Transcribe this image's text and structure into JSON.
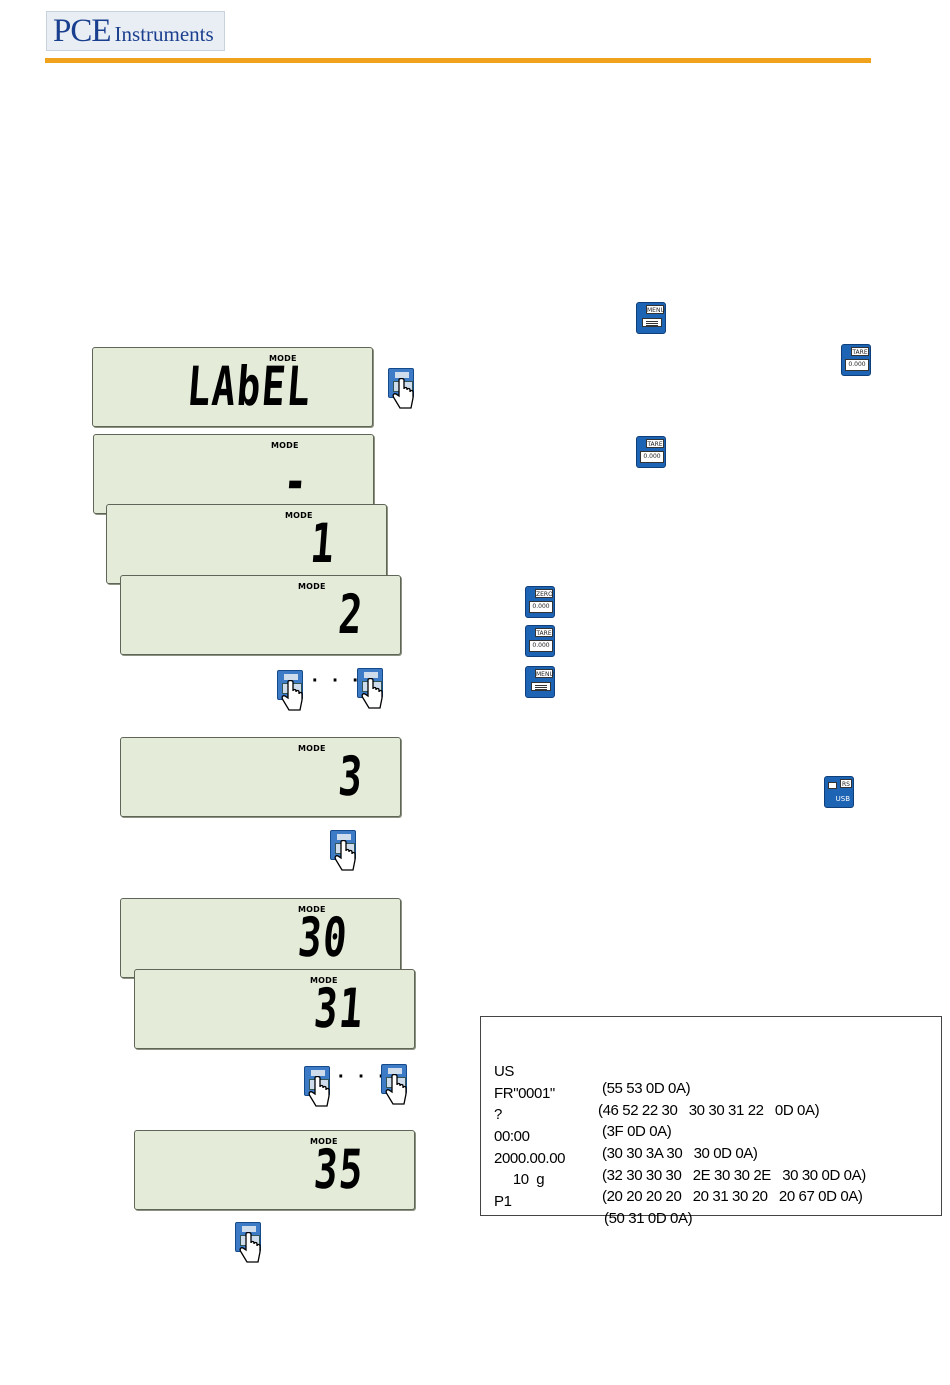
{
  "header": {
    "logo_text_main": "PCE",
    "logo_text_sub": "Instruments",
    "accent_color": "#f0a21d",
    "brand_color": "#1b3f8f"
  },
  "displays": [
    {
      "mode": "MODE",
      "value": "LAbEL"
    },
    {
      "mode": "MODE",
      "value": "-"
    },
    {
      "mode": "MODE",
      "value": "1"
    },
    {
      "mode": "MODE",
      "value": "2"
    },
    {
      "mode": "MODE",
      "value": "3"
    },
    {
      "mode": "MODE",
      "value": "30"
    },
    {
      "mode": "MODE",
      "value": "31"
    },
    {
      "mode": "MODE",
      "value": "35"
    }
  ],
  "keys": {
    "menu": "MENU",
    "tare": "TARE",
    "tare_box": "0.000",
    "zero": "ZERO",
    "zero_box": "0.000",
    "rs": "RS",
    "usb": "USB"
  },
  "ellipsis": "· · ·",
  "code_lines": [
    {
      "text": "US",
      "hex": "(55 53 0D 0A)"
    },
    {
      "text": "FR\"0001\"",
      "hex": "(46 52 22 30   30 30 31 22   0D 0A)"
    },
    {
      "text": "?",
      "hex": "(3F 0D 0A)"
    },
    {
      "text": "00:00",
      "hex": "(30 30 3A 30   30 0D 0A)"
    },
    {
      "text": "2000.00.00",
      "hex": "(32 30 30 30   2E 30 30 2E   30 30 0D 0A)"
    },
    {
      "text": "     10  g",
      "hex": "(20 20 20 20   20 31 30 20   20 67 0D 0A)"
    },
    {
      "text": "P1",
      "hex": "(50 31 0D 0A)"
    }
  ]
}
